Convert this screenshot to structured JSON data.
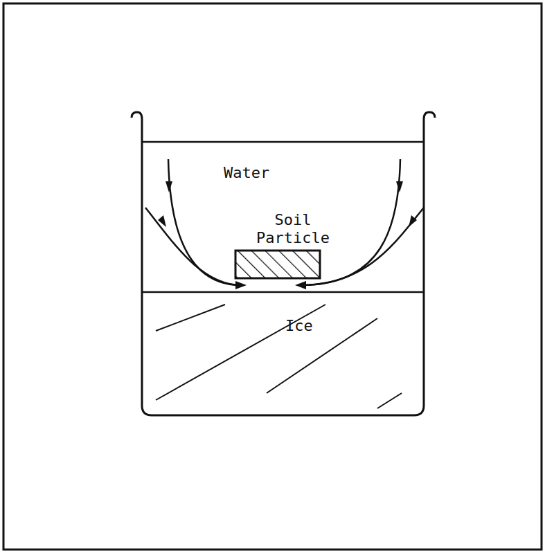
{
  "diagram": {
    "labels": [
      "Water",
      "Soil Particle",
      "Ice"
    ]
  }
}
